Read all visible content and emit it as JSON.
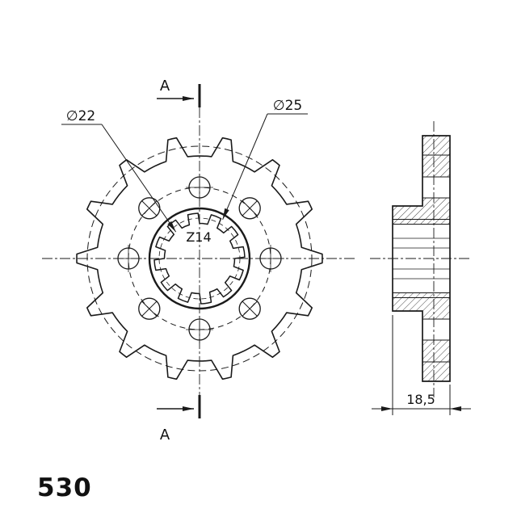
{
  "part_label": "530",
  "front_view": {
    "teeth": 14,
    "section_label_top": "A",
    "section_label_bottom": "A",
    "bore_diameter_label": "∅22",
    "spline_diameter_label": "∅25",
    "teeth_count_label": "Z14"
  },
  "side_view": {
    "width_dimension": "18,5"
  },
  "colors": {
    "line": "#1a1a1a",
    "background": "#ffffff"
  }
}
